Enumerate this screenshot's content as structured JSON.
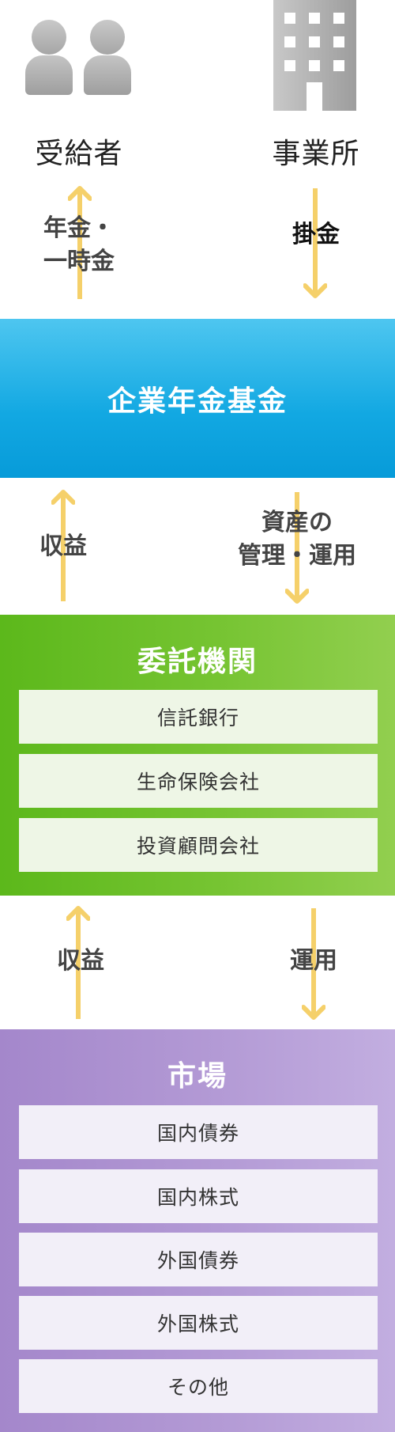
{
  "top": {
    "recipient_label": "受給者",
    "office_label": "事業所",
    "pension_text": "年金・\n一時金",
    "contribution_text": "掛金"
  },
  "fund": {
    "title": "企業年金基金"
  },
  "middle_flows": {
    "left_text": "収益",
    "right_text": "資産の\n管理・運用"
  },
  "trust": {
    "title": "委託機関",
    "items": [
      "信託銀行",
      "生命保険会社",
      "投資顧問会社"
    ]
  },
  "lower_flows": {
    "left_text": "収益",
    "right_text": "運用"
  },
  "market": {
    "title": "市場",
    "items": [
      "国内債券",
      "国内株式",
      "外国債券",
      "外国株式",
      "その他"
    ]
  },
  "colors": {
    "arrow": "#f5d06a",
    "fund": "#12a8e2",
    "trust": "#6dbf2b",
    "market": "#b39ad5"
  },
  "icons": {
    "recipients": "people-icon",
    "office": "building-icon"
  }
}
